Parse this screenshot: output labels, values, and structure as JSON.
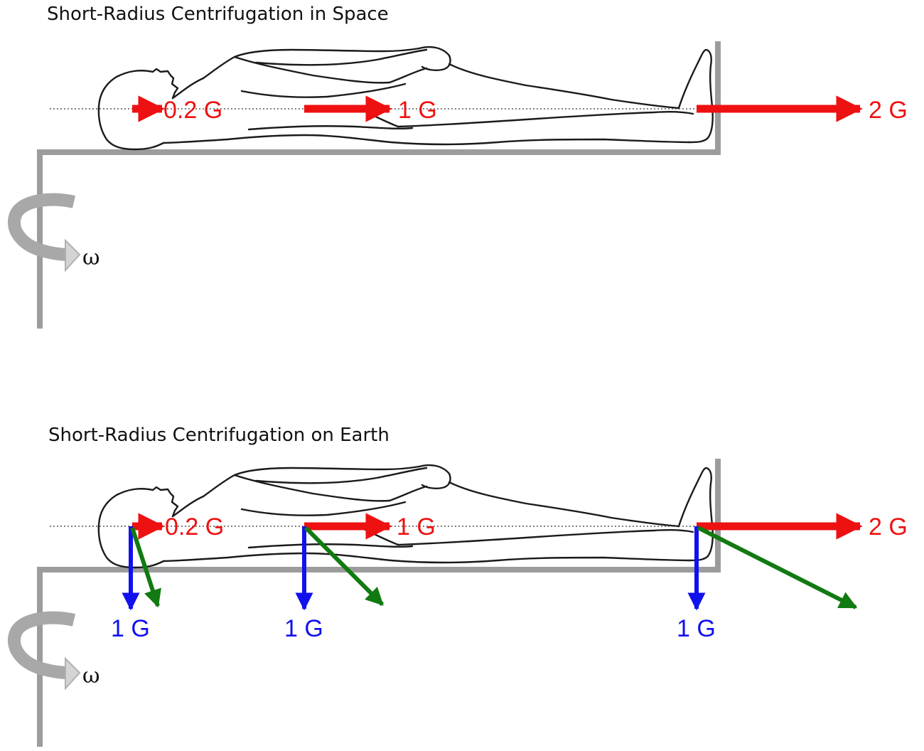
{
  "colors": {
    "centrifugal": "#ee1111",
    "gravity": "#1111ee",
    "resultant": "#117a11",
    "frame": "#9c9c9c",
    "rotation_arrow": "#b8b8b8"
  },
  "rotation_symbol": "ω",
  "panels": [
    {
      "title": "Short-Radius Centrifugation in Space",
      "centrifugal_labels": [
        "0.2 G",
        "1 G",
        "2 G"
      ],
      "gravity_labels": []
    },
    {
      "title": "Short-Radius Centrifugation on Earth",
      "centrifugal_labels": [
        "0.2 G",
        "1 G",
        "2 G"
      ],
      "gravity_labels": [
        "1 G",
        "1 G",
        "1 G"
      ]
    }
  ]
}
